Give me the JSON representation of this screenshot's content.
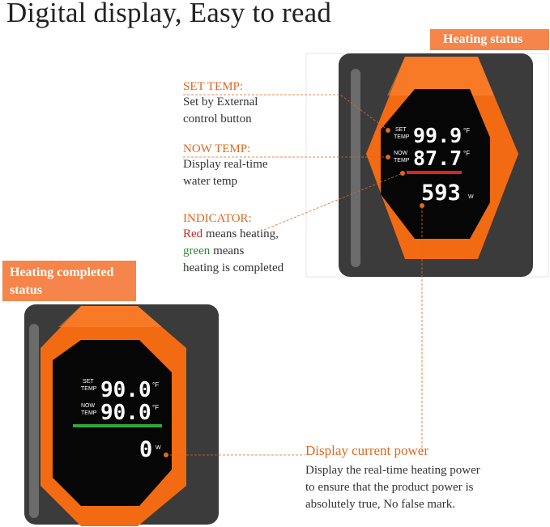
{
  "headline": "Digital display, Easy to read",
  "tags": {
    "heating_status": "Heating status",
    "heating_completed_line1": "Heating completed",
    "heating_completed_line2": "status"
  },
  "callouts": {
    "set_temp": {
      "title": "SET TEMP:",
      "line1": "Set by External",
      "line2": "control button"
    },
    "now_temp": {
      "title": "NOW TEMP:",
      "line1": "Display real-time",
      "line2": "water temp"
    },
    "indicator": {
      "title": "INDICATOR:",
      "red_word": "Red",
      "line1_rest": " means heating,",
      "green_word": "green",
      "line2_rest": " means",
      "line3": "heating is completed"
    },
    "power": {
      "title": "Display current power",
      "line1": "Display the real-time heating power",
      "line2": "to ensure that the product power is",
      "line3": "absolutely true, No false mark."
    }
  },
  "device_heating": {
    "set_label_1": "SET",
    "set_label_2": "TEMP",
    "now_label_1": "NOW",
    "now_label_2": "TEMP",
    "set_value": "99.9",
    "now_value": "87.7",
    "unit": "°F",
    "power_value": "593",
    "power_unit": "W",
    "indicator_color": "#e2231a"
  },
  "device_done": {
    "set_label_1": "SET",
    "set_label_2": "TEMP",
    "now_label_1": "NOW",
    "now_label_2": "TEMP",
    "set_value": "90.0",
    "now_value": "90.0",
    "unit": "°F",
    "power_value": "0",
    "power_unit": "W",
    "indicator_color": "#2fa83a"
  },
  "colors": {
    "accent": "#f5854a",
    "body": "#3b3b3b",
    "shell": "#f26a12",
    "screen": "#060606"
  }
}
